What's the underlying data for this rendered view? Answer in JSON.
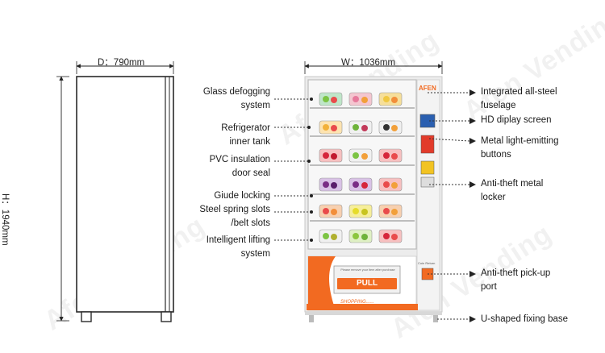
{
  "dimensions": {
    "depth": "D：790mm",
    "width": "W：1036mm",
    "height": "H：1940mm"
  },
  "labels_left": [
    {
      "line1": "Glass defogging",
      "line2": "system"
    },
    {
      "line1": "Refrigerator",
      "line2": "inner tank"
    },
    {
      "line1": "PVC insulation",
      "line2": "door seal"
    },
    {
      "line1": "Giude locking",
      "line2": ""
    },
    {
      "line1": "Steel spring slots",
      "line2": "/belt slots"
    },
    {
      "line1": "Intelligent lifting",
      "line2": "system"
    }
  ],
  "labels_right": [
    {
      "line1": "Integrated all-steel",
      "line2": "fuselage"
    },
    {
      "line1": "HD diplay screen",
      "line2": ""
    },
    {
      "line1": "Metal light-emitting",
      "line2": "buttons"
    },
    {
      "line1": "Anti-theft metal",
      "line2": "locker"
    },
    {
      "line1": "Anti-theft pick-up",
      "line2": "port"
    },
    {
      "line1": "U-shaped fixing base",
      "line2": ""
    }
  ],
  "machine": {
    "brand": "AFEN",
    "pickup_button": "PULL",
    "pickup_note": "Please remove your item after purchase",
    "shopping_text": "SHOPPING......",
    "coin_label": "Coin Return"
  },
  "watermark": "Afen Vending",
  "colors": {
    "accent": "#f26a21",
    "frame": "#e8e8e8",
    "outline": "#2a2a2a"
  }
}
